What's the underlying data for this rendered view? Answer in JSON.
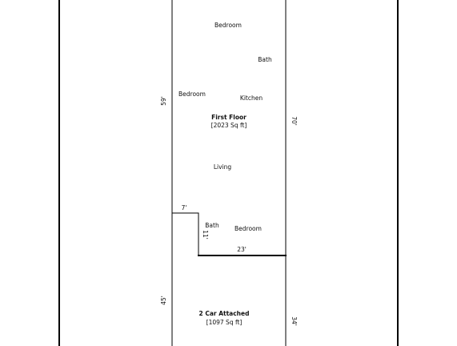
{
  "plan": {
    "first_floor": {
      "title": "First Floor",
      "area": "[2023 Sq ft]",
      "rooms": {
        "bedroom_top": "Bedroom",
        "bath_top": "Bath",
        "bedroom_left": "Bedroom",
        "kitchen": "Kitchen",
        "living": "Living",
        "bath_bottom": "Bath",
        "bedroom_bottom": "Bedroom"
      },
      "dimensions": {
        "left_side": "59'",
        "right_side": "70'",
        "notch_width": "7'",
        "notch_depth": "11'",
        "bottom_width": "23'"
      }
    },
    "garage": {
      "title": "2 Car Attached",
      "area": "[1097 Sq ft]",
      "dimensions": {
        "left_side": "45'",
        "right_side": "34'"
      }
    }
  }
}
